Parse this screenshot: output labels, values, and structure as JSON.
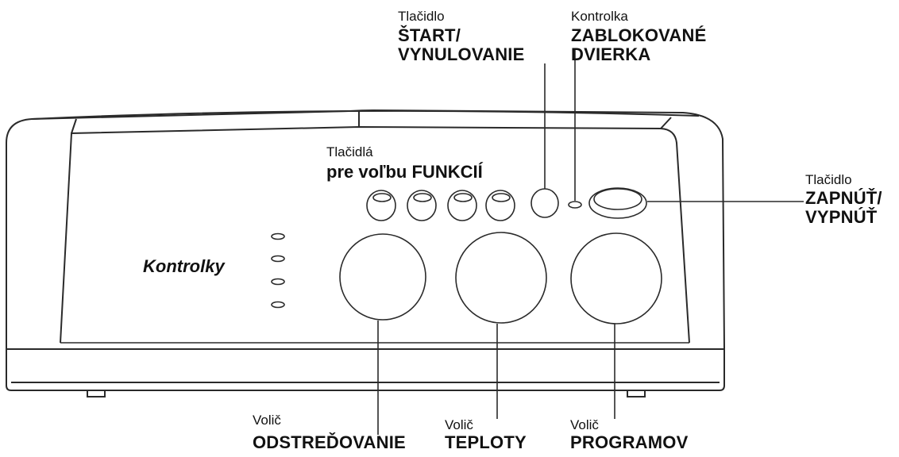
{
  "labels": {
    "start": {
      "small": "Tlačidlo",
      "line1": "ŠTART/",
      "line2": "VYNULOVANIE"
    },
    "door": {
      "small": "Kontrolka",
      "line1": "ZABLOKOVANÉ",
      "line2": "DVIERKA"
    },
    "functions": {
      "small": "Tlačidlá",
      "line1": "pre voľbu FUNKCIÍ"
    },
    "power": {
      "small": "Tlačidlo",
      "line1": "ZAPNÚŤ/",
      "line2": "VYPNÚŤ"
    },
    "indicators": {
      "text": "Kontrolky"
    },
    "spin": {
      "small": "Volič",
      "big": "ODSTREĎOVANIE"
    },
    "temperature": {
      "small": "Volič",
      "big": "TEPLOTY"
    },
    "program": {
      "small": "Volič",
      "big": "PROGRAMOV"
    }
  },
  "colors": {
    "stroke": "#2a2a2a",
    "text": "#111111"
  }
}
